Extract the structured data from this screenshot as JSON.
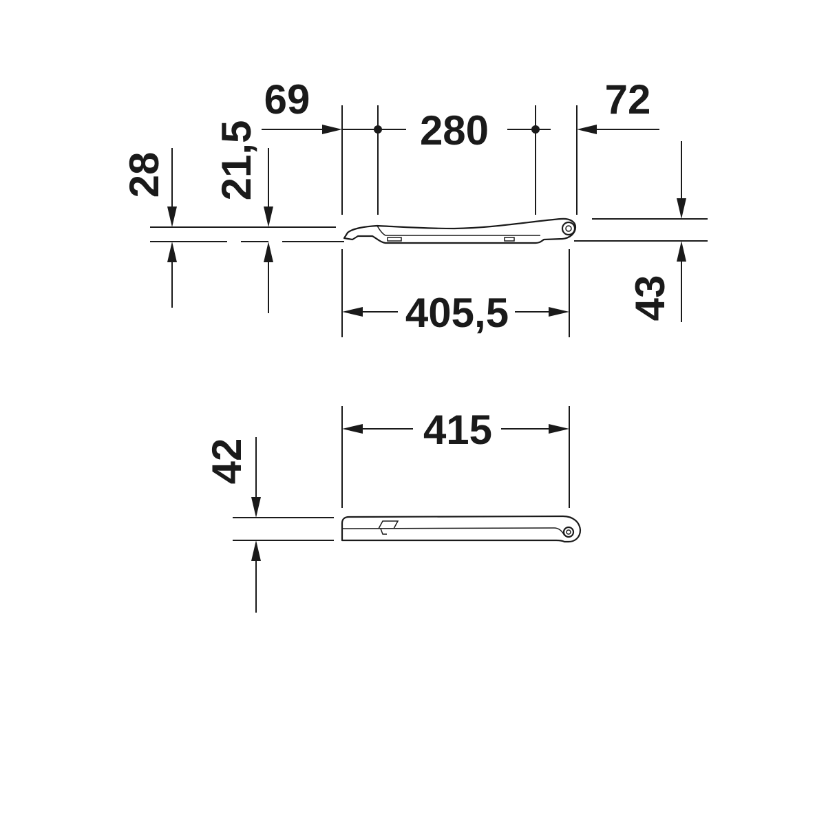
{
  "drawing": {
    "side_view": {
      "dim_69": "69",
      "dim_280": "280",
      "dim_72": "72",
      "dim_28": "28",
      "dim_21_5": "21,5",
      "dim_405_5": "405,5",
      "dim_43": "43"
    },
    "front_view": {
      "dim_415": "415",
      "dim_42": "42"
    },
    "colors": {
      "line": "#1a1a1a",
      "background": "#ffffff"
    }
  }
}
